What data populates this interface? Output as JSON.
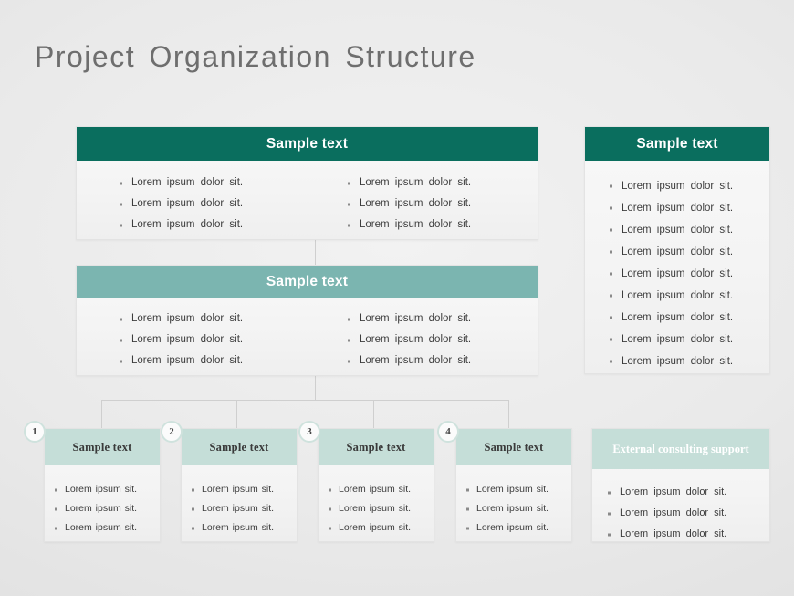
{
  "slide": {
    "title": "Project  Organization  Structure",
    "colors": {
      "dark_teal": "#0a6e5e",
      "mid_teal": "#7bb5b0",
      "pale_mint": "#c5ded8",
      "title_grey": "#6e6e6e",
      "body_text": "#3d3d3d",
      "background": "#ededed"
    }
  },
  "box_top": {
    "header": "Sample text",
    "columns": [
      [
        "Lorem  ipsum  dolor  sit.",
        "Lorem  ipsum  dolor  sit.",
        "Lorem  ipsum  dolor  sit."
      ],
      [
        "Lorem  ipsum  dolor  sit.",
        "Lorem  ipsum  dolor  sit.",
        "Lorem  ipsum  dolor  sit."
      ]
    ]
  },
  "box_second": {
    "header": "Sample text",
    "columns": [
      [
        "Lorem  ipsum  dolor  sit.",
        "Lorem  ipsum  dolor  sit.",
        "Lorem  ipsum  dolor  sit."
      ],
      [
        "Lorem  ipsum  dolor  sit.",
        "Lorem  ipsum  dolor  sit.",
        "Lorem  ipsum  dolor  sit."
      ]
    ]
  },
  "right_panel": {
    "header": "Sample text",
    "bullets": [
      "Lorem  ipsum  dolor  sit.",
      "Lorem  ipsum  dolor  sit.",
      "Lorem  ipsum  dolor  sit.",
      "Lorem  ipsum  dolor  sit.",
      "Lorem  ipsum  dolor  sit.",
      "Lorem  ipsum  dolor  sit.",
      "Lorem  ipsum  dolor  sit.",
      "Lorem  ipsum  dolor  sit.",
      "Lorem  ipsum  dolor  sit."
    ]
  },
  "numbered_boxes": [
    {
      "number": "1",
      "header": "Sample text",
      "bullets": [
        "Lorem ipsum sit.",
        "Lorem ipsum sit.",
        "Lorem ipsum sit."
      ]
    },
    {
      "number": "2",
      "header": "Sample text",
      "bullets": [
        "Lorem ipsum sit.",
        "Lorem ipsum sit.",
        "Lorem ipsum sit."
      ]
    },
    {
      "number": "3",
      "header": "Sample text",
      "bullets": [
        "Lorem ipsum sit.",
        "Lorem ipsum sit.",
        "Lorem ipsum sit."
      ]
    },
    {
      "number": "4",
      "header": "Sample text",
      "bullets": [
        "Lorem ipsum sit.",
        "Lorem ipsum sit.",
        "Lorem ipsum sit."
      ]
    }
  ],
  "external_box": {
    "header": "External consulting support",
    "bullets": [
      "Lorem  ipsum  dolor  sit.",
      "Lorem  ipsum  dolor  sit.",
      "Lorem  ipsum  dolor  sit."
    ]
  }
}
